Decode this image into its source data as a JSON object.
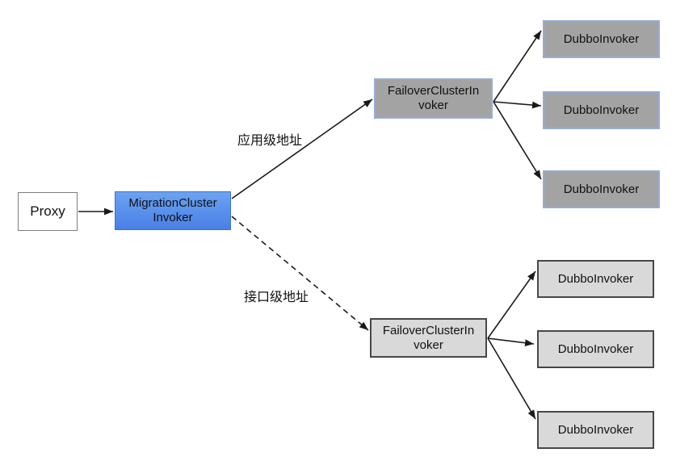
{
  "diagram": {
    "nodes": {
      "proxy": {
        "label": "Proxy"
      },
      "migration_cluster_invoker": {
        "lines": [
          "MigrationCluster",
          "Invoker"
        ]
      },
      "failover_application": {
        "lines": [
          "FailoverClusterIn",
          "voker"
        ]
      },
      "failover_interface": {
        "lines": [
          "FailoverClusterIn",
          "voker"
        ]
      },
      "dubbo_invoker_label": "DubboInvoker"
    },
    "edge_labels": {
      "application_level": "应用级地址",
      "interface_level": "接口级地址"
    }
  },
  "colors": {
    "migration-fill-top": "#6ba3f1",
    "migration-fill-bottom": "#4a7fe7",
    "migration-border": "#3e6fd3",
    "app-node-fill": "#a3a3a3",
    "app-node-border": "#97abd9",
    "itf-node-fill": "#d9d9d9",
    "itf-node-border": "#474747",
    "proxy-border": "#7d7d7d",
    "edge-color": "#1a1a1a",
    "text-color": "#111111"
  }
}
